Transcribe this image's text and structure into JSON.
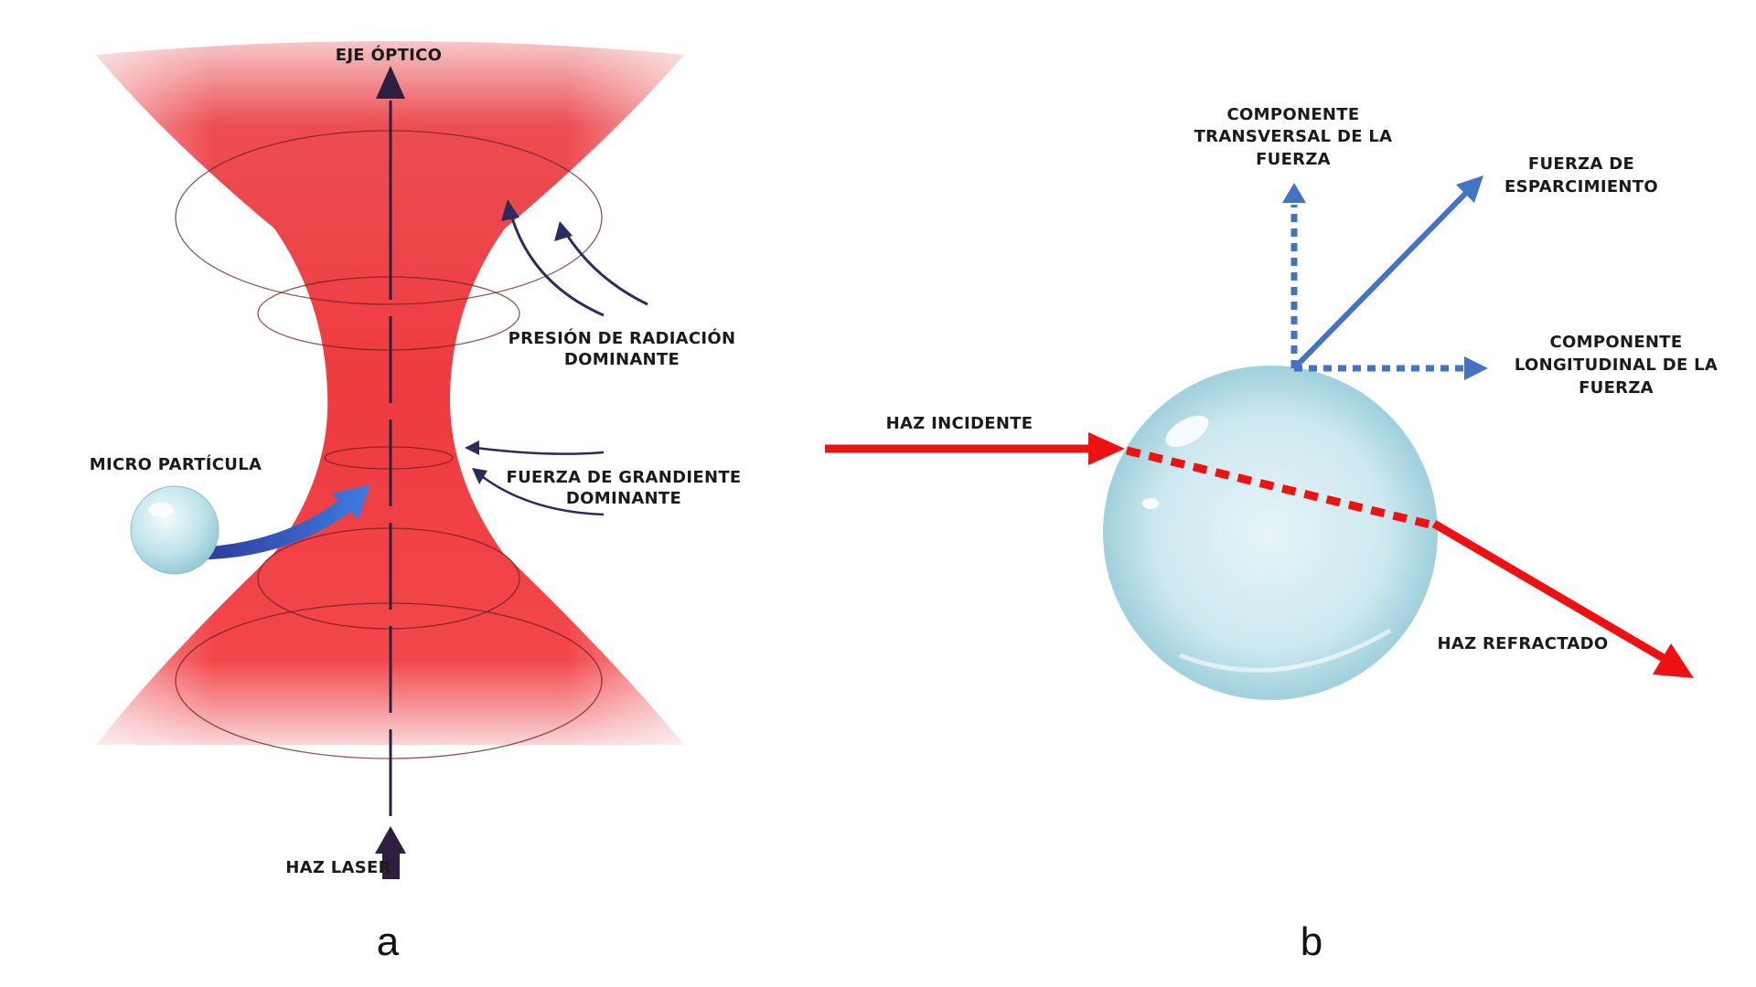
{
  "panel_a": {
    "letter": "a",
    "labels": {
      "optical_axis": "EJE ÓPTICO",
      "radiation_pressure_line1": "PRESIÓN DE RADIACIÓN",
      "radiation_pressure_line2": "DOMINANTE",
      "micro_particle": "MICRO PARTÍCULA",
      "gradient_force_line1": "FUERZA DE GRANDIENTE",
      "gradient_force_line2": "DOMINANTE",
      "laser_beam": "HAZ LASER"
    }
  },
  "panel_b": {
    "letter": "b",
    "labels": {
      "transverse_line1": "COMPONENTE",
      "transverse_line2": "TRANSVERSAL DE LA",
      "transverse_line3": "FUERZA",
      "scattering_line1": "FUERZA DE",
      "scattering_line2": "ESPARCIMIENTO",
      "longitudinal_line1": "COMPONENTE",
      "longitudinal_line2": "LONGITUDINAL DE LA",
      "longitudinal_line3": "FUERZA",
      "incident_beam": "HAZ INCIDENTE",
      "refracted_beam": "HAZ REFRACTADO"
    }
  },
  "colors": {
    "beam_red": "#f23a3a",
    "force_blue": "#4472c4",
    "arrow_navy": "#2d2a5e",
    "sphere_blue": "#a9d6e2",
    "ray_red": "#ee1111"
  }
}
